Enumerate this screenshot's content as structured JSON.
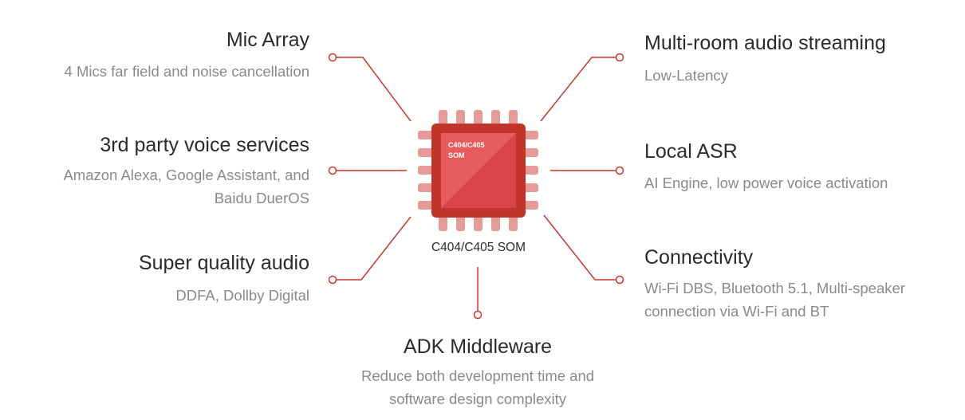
{
  "chip": {
    "label": "C404/C405 SOM",
    "caption": "C404/C405 SOM",
    "line1": "C404/C405",
    "line2": "SOM"
  },
  "features": {
    "mic_array": {
      "title": "Mic Array",
      "desc": "4 Mics far field and noise cancellation"
    },
    "voice_services": {
      "title": "3rd party voice services",
      "desc_line1": "Amazon Alexa, Google Assistant, and",
      "desc_line2": "Baidu DuerOS"
    },
    "audio_quality": {
      "title": "Super quality audio",
      "desc": "DDFA, Dollby Digital"
    },
    "multiroom": {
      "title": "Multi-room audio streaming",
      "desc": "Low-Latency"
    },
    "local_asr": {
      "title": "Local ASR",
      "desc": "AI Engine, low power voice activation"
    },
    "connectivity": {
      "title": "Connectivity",
      "desc_line1": "Wi-Fi DBS, Bluetooth 5.1, Multi-speaker",
      "desc_line2": "connection via Wi-Fi and BT"
    },
    "adk": {
      "title": "ADK Middleware",
      "desc_line1": "Reduce both development time and",
      "desc_line2": "software design complexity"
    }
  },
  "colors": {
    "accent": "#c8372d",
    "chip_dark": "#c0342c",
    "chip_light": "#e55b5e",
    "chip_face": "#d9434a",
    "pin": "#e59c98",
    "title_text": "#2b2b2b",
    "desc_text": "#8a8a8a"
  }
}
